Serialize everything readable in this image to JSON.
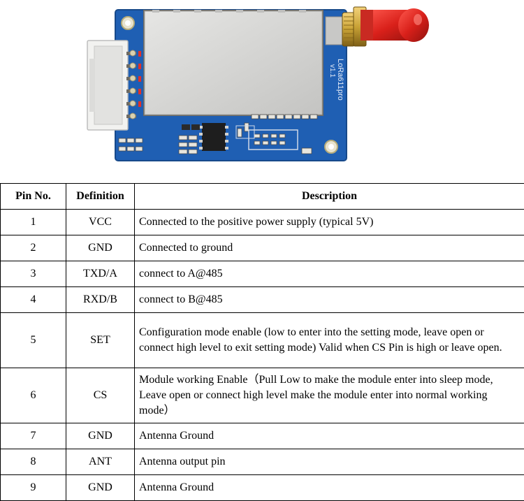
{
  "module_photo": {
    "silkscreen_model": "LoRa611pro",
    "silkscreen_version": "v1.1"
  },
  "pin_table": {
    "headers": {
      "pin_no": "Pin No.",
      "definition": "Definition",
      "description": "Description"
    },
    "rows": [
      {
        "pin": "1",
        "definition": "VCC",
        "description": "Connected to the positive power supply (typical 5V)"
      },
      {
        "pin": "2",
        "definition": "GND",
        "description": "Connected to ground"
      },
      {
        "pin": "3",
        "definition": "TXD/A",
        "description": "connect to A@485"
      },
      {
        "pin": "4",
        "definition": "RXD/B",
        "description": "connect to B@485"
      },
      {
        "pin": "5",
        "definition": "SET",
        "description": "Configuration mode enable (low to enter into the setting mode, leave open or connect high level to exit setting mode) Valid when CS Pin is high or leave open."
      },
      {
        "pin": "6",
        "definition": "CS",
        "description": "Module working Enable（Pull Low to make the module enter into sleep mode, Leave open or connect high level make the module enter into normal working mode）"
      },
      {
        "pin": "7",
        "definition": "GND",
        "description": "Antenna Ground"
      },
      {
        "pin": "8",
        "definition": "ANT",
        "description": "Antenna output pin"
      },
      {
        "pin": "9",
        "definition": "GND",
        "description": "Antenna Ground"
      }
    ]
  },
  "colors": {
    "pcb_blue": "#1f5fb3",
    "shield_silver": "#d6d6d4",
    "connector_white": "#f2f2f0",
    "antenna_red": "#d9201a",
    "sma_gold": "#c9a236"
  }
}
